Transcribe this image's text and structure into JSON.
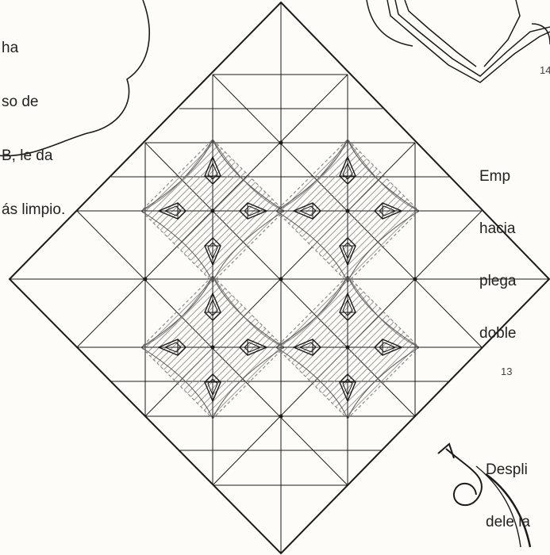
{
  "bubble": {
    "lines": [
      "ha",
      "so de",
      "B, le da",
      "ás limpio."
    ]
  },
  "right_text_top": {
    "lines": [
      "Emp",
      "hacia",
      "plega",
      "doble"
    ]
  },
  "right_text_bottom": {
    "lines": [
      "Despli",
      "dele la"
    ]
  },
  "steps": {
    "fourteen": "14",
    "thirteen": "13"
  }
}
